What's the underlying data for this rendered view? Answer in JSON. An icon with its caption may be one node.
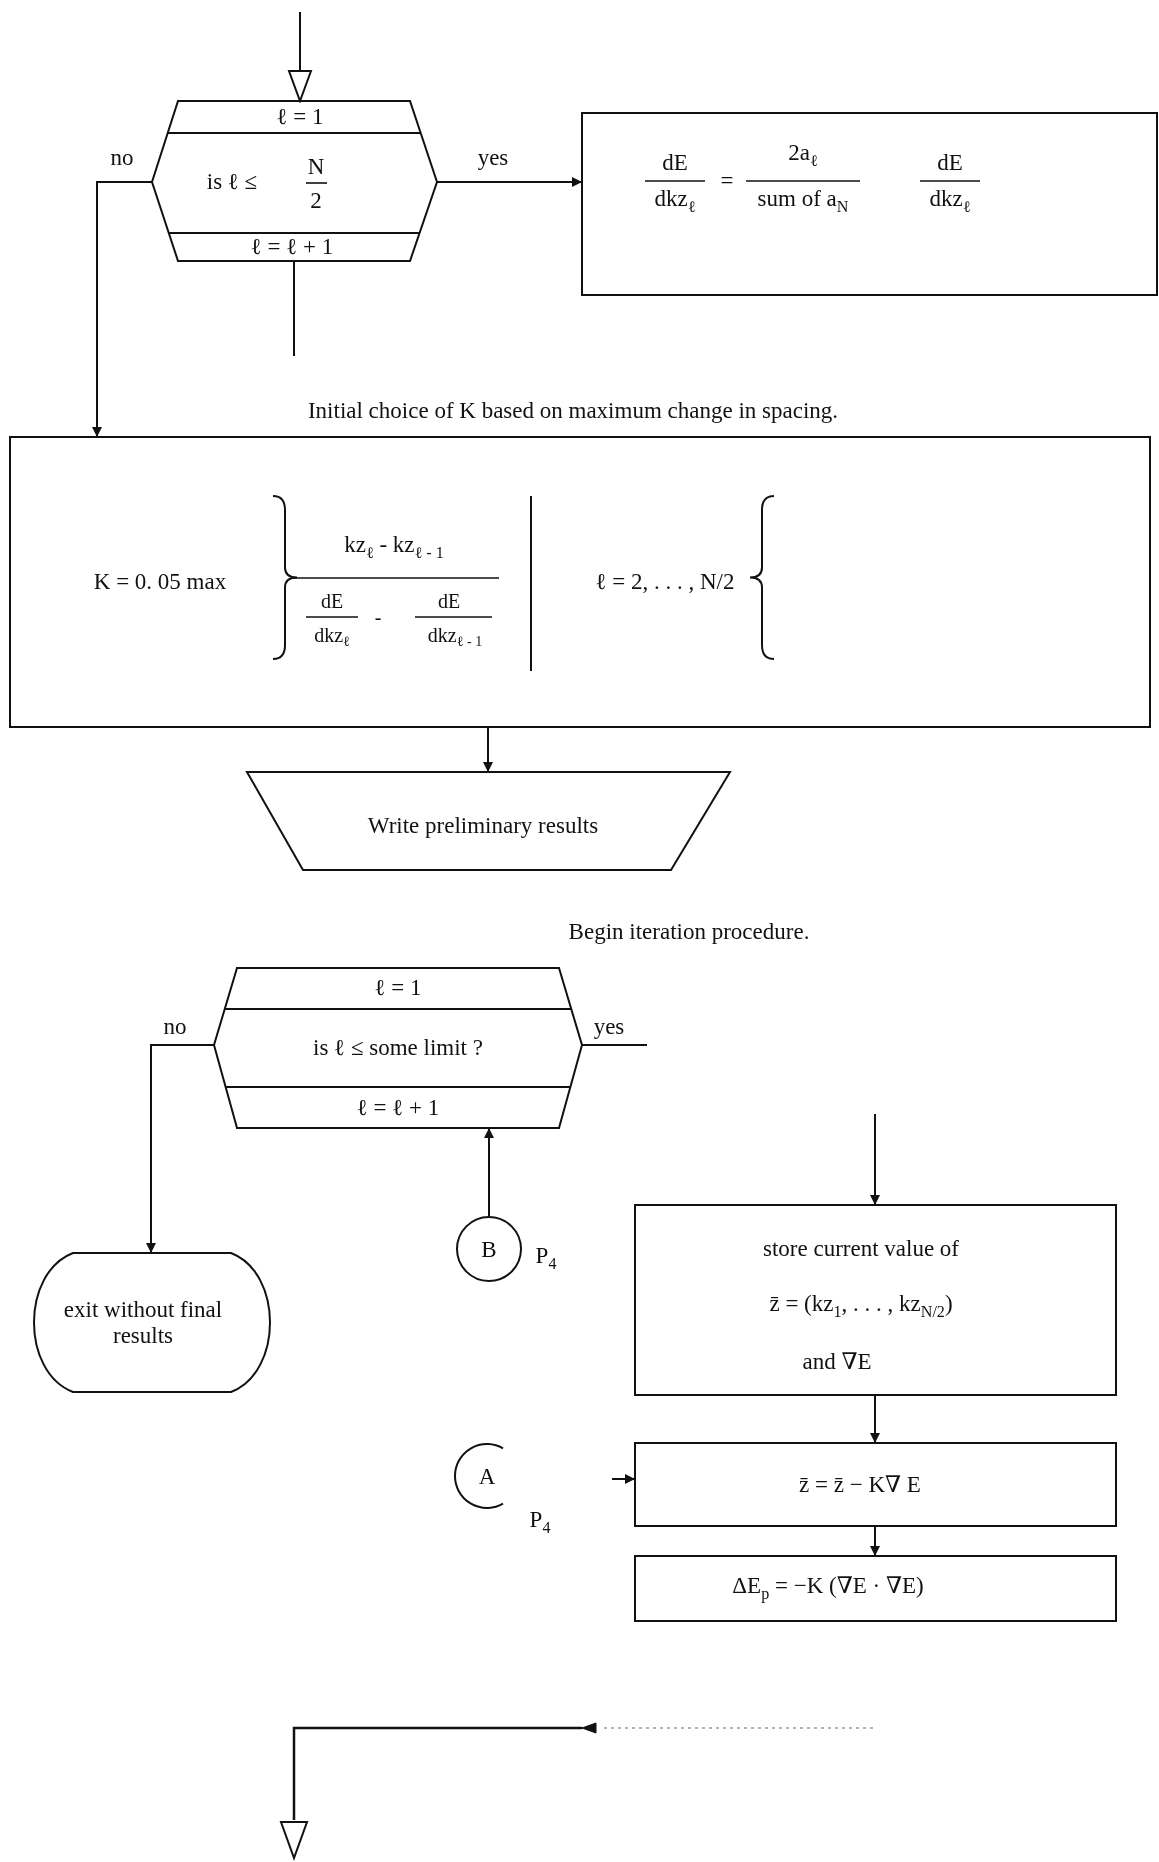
{
  "diagram": {
    "nodes": [
      {
        "text": [
          "ℓ = 1",
          "is  ℓ ≤",
          "N",
          "2",
          "ℓ = ℓ + 1"
        ]
      },
      {
        "text": [
          "dE",
          "dkz$_{ℓ}$",
          "=",
          "2a$_{ℓ}$",
          "sum of  a$_{N}$",
          "dE",
          "dkz$_{ℓ}$"
        ]
      },
      {
        "text": [
          "K = 0. 05  max",
          "kz$_{ℓ}$ - kz$_{ℓ - 1}$",
          "dE",
          "dkz$_{ℓ}$",
          "-",
          "dE",
          "dkz$_{ℓ - 1}$",
          "ℓ = 2, . . . ,  N/2"
        ]
      },
      {
        "text": [
          "Write preliminary results"
        ]
      },
      {
        "text": [
          "ℓ = 1",
          "is  ℓ ≤  some limit ?",
          "ℓ = ℓ + 1"
        ]
      },
      {
        "text": [
          "exit without final results"
        ]
      },
      {
        "text": [
          "B"
        ],
        "beside": [
          "P$_{4}$"
        ]
      },
      {
        "text": [
          "store current value of",
          "z̄ = (kz$_{1}$, . . . ,  kz$_{N/2}$)",
          "and  ∇E"
        ]
      },
      {
        "text": [
          "A"
        ],
        "beside": [
          "P$_{4}$"
        ]
      },
      {
        "text": [
          "z̄ = z̄ − K∇  E"
        ]
      },
      {
        "text": [
          "ΔE$_{p}$  =  −K (∇E · ∇E)"
        ]
      }
    ],
    "edges": [
      {
        "from": null,
        "to": 0,
        "arrow": "to"
      },
      {
        "from": 0,
        "to": 1,
        "arrow": "to",
        "label": "yes"
      },
      {
        "from": 0,
        "to": 2,
        "arrow": "to",
        "label": "no"
      },
      {
        "from": 0,
        "to": null,
        "arrow": "none"
      },
      {
        "from": 2,
        "to": 3,
        "arrow": "to"
      },
      {
        "from": 4,
        "to": null,
        "arrow": "none",
        "label": "yes"
      },
      {
        "from": 4,
        "to": 5,
        "arrow": "to",
        "label": "no"
      },
      {
        "from": 6,
        "to": 4,
        "arrow": "to"
      },
      {
        "from": null,
        "to": 7,
        "arrow": "to"
      },
      {
        "from": 7,
        "to": 9,
        "arrow": "to"
      },
      {
        "from": null,
        "to": 9,
        "arrow": "to"
      },
      {
        "from": 9,
        "to": 10,
        "arrow": "to"
      }
    ],
    "labels": [
      "Initial choice of  K  based on maximum change in spacing.",
      "Begin iteration procedure."
    ]
  }
}
